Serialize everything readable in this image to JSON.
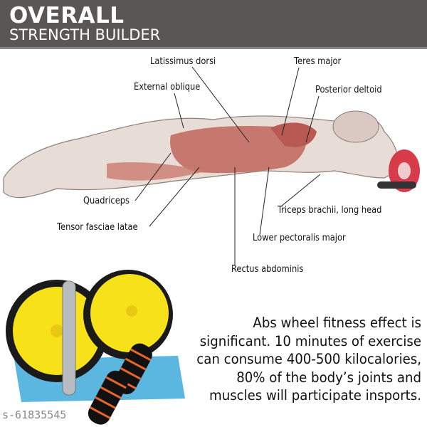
{
  "header": {
    "title": "OVERALL",
    "subtitle": "STRENGTH BUILDER"
  },
  "muscle_labels": {
    "latissimus": "Latissimus dorsi",
    "teres": "Teres major",
    "external_oblique": "External oblique",
    "posterior_deltoid": "Posterior deltoid",
    "quadriceps": "Quadriceps",
    "tensor": "Tensor fasciae latae",
    "triceps": "Triceps brachii, long head",
    "lower_pec": "Lower pectoralis major",
    "rectus": "Rectus abdominis"
  },
  "description": [
    "Abs wheel fitness effect is",
    "significant. 10 minutes of exercise",
    "can consume 400-500 kilocalories,",
    "80% of the body’s joints and",
    "muscles will participate insports."
  ],
  "watermark": "s-61835545",
  "colors": {
    "header_bg": "#5a5655",
    "wheel_yellow": "#f7e21a",
    "grip_orange": "#e8652a",
    "mat_blue": "#5bb7e0",
    "muscle_red": "#c0665c"
  }
}
